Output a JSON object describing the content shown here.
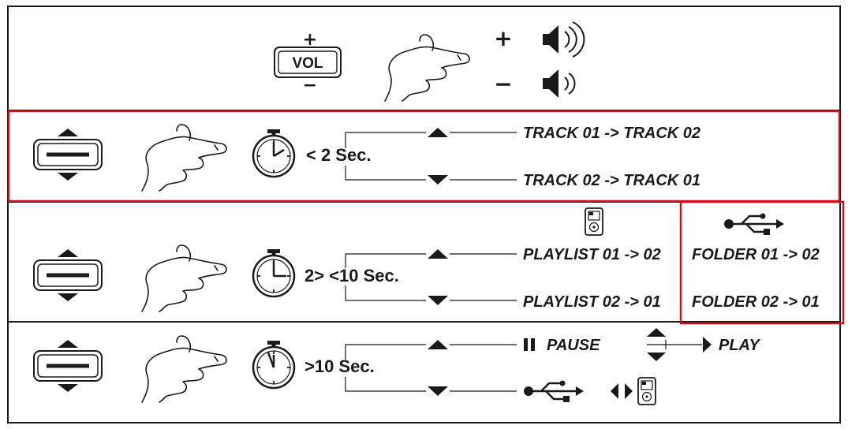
{
  "colors": {
    "ink": "#1a1a1a",
    "highlight": "#d0111b",
    "background": "#ffffff"
  },
  "vol_row": {
    "button_label": "VOL",
    "plus_symbol": "+",
    "minus_symbol": "−",
    "icons": [
      "vol-button-icon",
      "finger-press-icon",
      "speaker-loud-icon",
      "speaker-soft-icon"
    ]
  },
  "short_press": {
    "time_label": "< 2 Sec.",
    "up_action": "TRACK 01 ->  TRACK 02",
    "down_action": "TRACK 02 ->  TRACK 01"
  },
  "medium_press": {
    "time_label": "2> <10 Sec.",
    "up_action": "PLAYLIST 01 -> 02",
    "down_action": "PLAYLIST 02 -> 01",
    "usb_up_action": "FOLDER 01 -> 02",
    "usb_down_action": "FOLDER 02 -> 01"
  },
  "long_press": {
    "time_label": ">10 Sec.",
    "pause_label": "PAUSE",
    "play_label": "PLAY",
    "icons": [
      "pause-icon",
      "updown-arrow-icon",
      "usb-icon",
      "ipod-icon"
    ]
  }
}
